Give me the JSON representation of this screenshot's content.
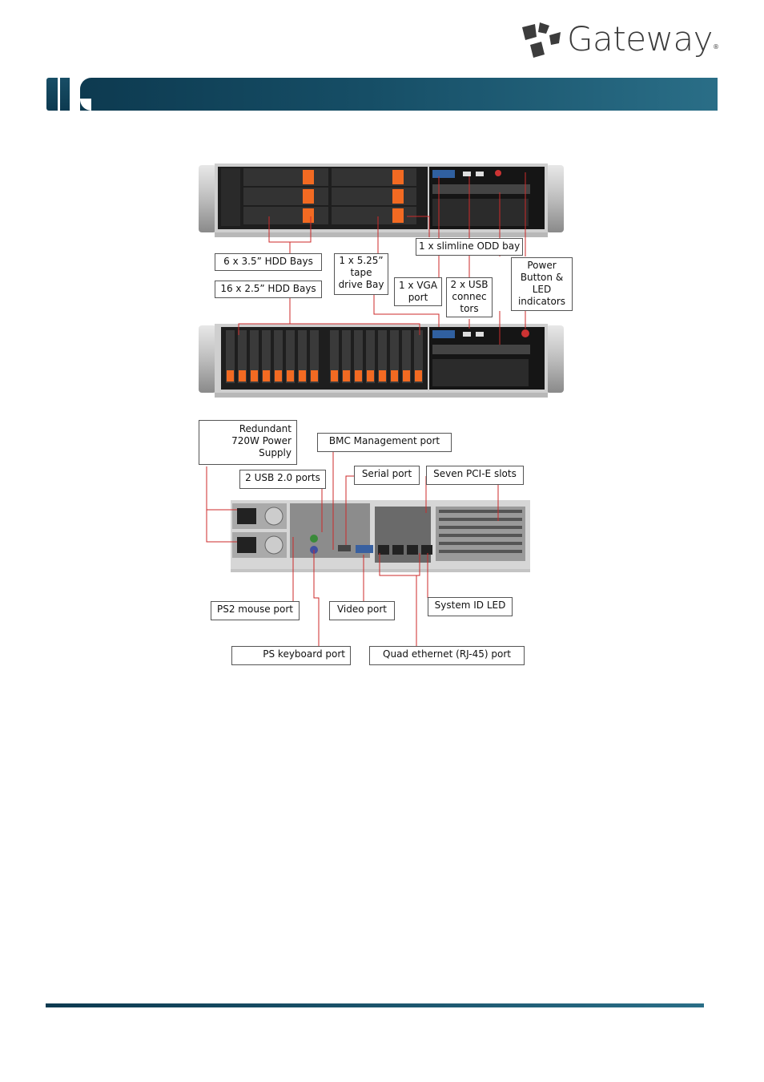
{
  "header": {
    "brand_name": "Gateway",
    "brand_mark": "®"
  },
  "callouts": {
    "hdd_35": "6 x 3.5” HDD Bays",
    "hdd_25": "16 x 2.5” HDD Bays",
    "tape_bay": [
      "1 x 5.25”",
      "tape",
      "drive Bay"
    ],
    "odd_bay": "1 x slimline ODD bay",
    "vga_port": [
      "1 x VGA",
      "port"
    ],
    "usb_front": [
      "2 x USB",
      "connec",
      "tors"
    ],
    "power_button": [
      "Power",
      "Button &",
      "LED",
      "indicators"
    ],
    "psu": [
      "Redundant",
      "720W Power",
      "Supply"
    ],
    "bmc_port": "BMC Management port",
    "usb_rear": "2 USB 2.0 ports",
    "serial_port": "Serial port",
    "pcie_slots": "Seven PCI-E slots",
    "ps2_mouse": "PS2 mouse port",
    "video_port": "Video port",
    "system_id_led": "System ID LED",
    "ps_keyboard": "PS keyboard port",
    "quad_ethernet": "Quad ethernet (RJ-45) port"
  },
  "colors": {
    "band": "#164e66",
    "leader": "#cc2a2a",
    "drive_accent": "#f26a22"
  }
}
